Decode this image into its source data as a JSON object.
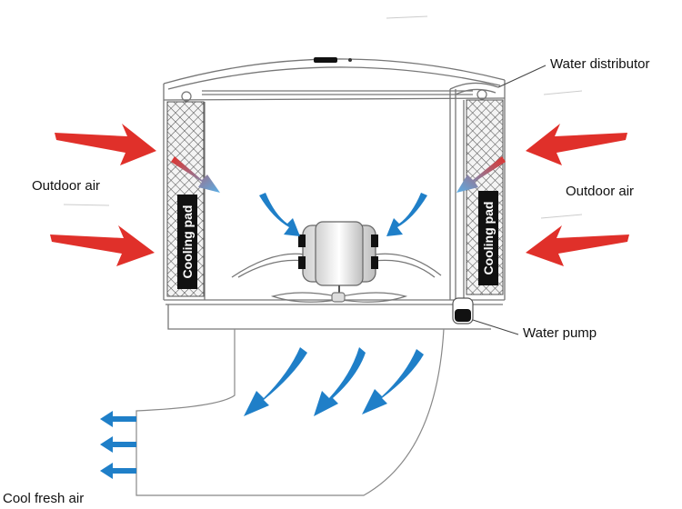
{
  "labels": {
    "water_distributor": "Water distributor",
    "outdoor_air_left": "Outdoor air",
    "outdoor_air_right": "Outdoor air",
    "water_pump": "Water pump",
    "cool_fresh_air": "Cool fresh air",
    "cooling_pad_left": "Cooling pad",
    "cooling_pad_right": "Cooling pad"
  },
  "colors": {
    "hot_air": "#e0302a",
    "cool_air": "#1f7fc8",
    "outline": "#777777",
    "pad_label_bg": "#111111",
    "pad_label_text": "#ffffff"
  },
  "icons": {
    "hot_air_arrow": "red-arrow-icon",
    "cool_air_arrow": "blue-arrow-icon",
    "fan": "fan-icon",
    "motor": "motor-icon",
    "pump": "pump-icon"
  }
}
